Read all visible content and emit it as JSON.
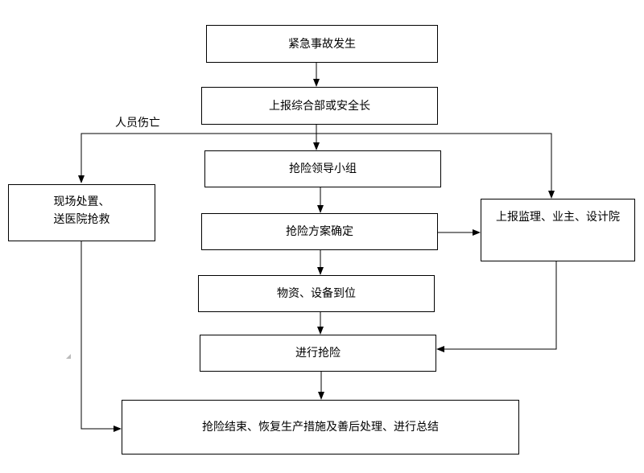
{
  "nodes": {
    "emergency": "紧急事故发生",
    "report_dept": "上报综合部或安全长",
    "leader_group": "抢险领导小组",
    "onsite_line1": "现场处置、",
    "onsite_line2": "送医院抢救",
    "plan": "抢险方案确定",
    "report_external": "上报监理、业主、设计院",
    "materials": "物资、设备到位",
    "rescue": "进行抢险",
    "finish": "抢险结束、恢复生产措施及善后处理、进行总结"
  },
  "edge_labels": {
    "casualty": "人员伤亡"
  }
}
